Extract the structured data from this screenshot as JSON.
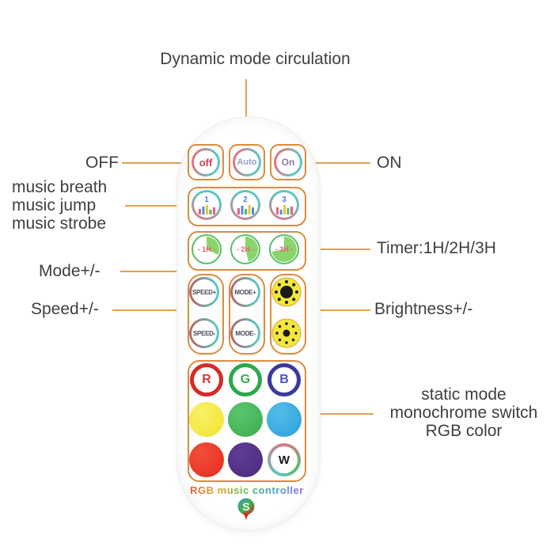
{
  "annotations": {
    "dynamic_mode": "Dynamic mode circulation",
    "off": "OFF",
    "on": "ON",
    "music_modes": [
      "music breath",
      "music jump",
      "music strobe"
    ],
    "mode": "Mode+/-",
    "speed": "Speed+/-",
    "timer": "Timer:1H/2H/3H",
    "brightness": "Brightness+/-",
    "static_mode_lines": [
      "static mode",
      "monochrome switch",
      "RGB color"
    ]
  },
  "remote": {
    "power_buttons": [
      {
        "label": "off"
      },
      {
        "label": "Auto"
      },
      {
        "label": "On"
      }
    ],
    "music_buttons": [
      {
        "number": "1"
      },
      {
        "number": "2"
      },
      {
        "number": "3"
      }
    ],
    "timer_buttons": [
      {
        "label": "1H",
        "green_percent": 32
      },
      {
        "label": "2H",
        "green_percent": 46
      },
      {
        "label": "3H",
        "green_percent": 72
      }
    ],
    "speed_buttons": [
      {
        "label": "SPEED+"
      },
      {
        "label": "SPEED-"
      }
    ],
    "mode_buttons": [
      {
        "label": "MODE+"
      },
      {
        "label": "MODE-"
      }
    ],
    "brightness_buttons": [
      {
        "icon": "brightness-plus-icon"
      },
      {
        "icon": "brightness-minus-icon"
      }
    ],
    "color_buttons": {
      "letter_row": [
        {
          "label": "R",
          "color": "#d43a3a"
        },
        {
          "label": "G",
          "color": "#2fae52"
        },
        {
          "label": "B",
          "color": "#4a52c8"
        }
      ],
      "solid_row_top": [
        {
          "color_name": "yellow",
          "color": "#f2e42a"
        },
        {
          "color_name": "green",
          "color": "#3aad4e"
        },
        {
          "color_name": "blue",
          "color": "#2aa0dc"
        }
      ],
      "solid_row_bottom": [
        {
          "color_name": "red",
          "color": "#e8281e"
        },
        {
          "color_name": "purple",
          "color": "#4a2a7a"
        },
        {
          "label": "W"
        }
      ]
    },
    "footer_text": "RGB music controller",
    "logo_letter": "S"
  },
  "colors": {
    "leader_line": "#dfa057",
    "arrow": "#ee8a30",
    "button_outline": "#dd8b3d",
    "label_text": "#3f3f3f",
    "ring_teal": "#5ec6c0",
    "ring_pink": "#d8798a",
    "timer_green": "#8ad56b",
    "sun_yellow": "#f2e73c"
  }
}
